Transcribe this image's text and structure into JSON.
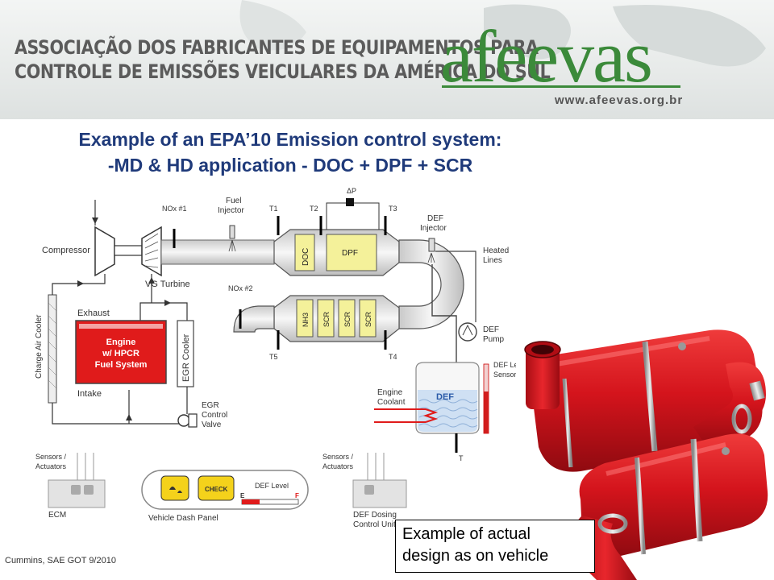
{
  "banner": {
    "association_line1": "ASSOCIAÇÃO DOS FABRICANTES DE EQUIPAMENTOS PARA",
    "association_line2": "CONTROLE DE EMISSÕES VEICULARES DA AMÉRICA DO SUL",
    "logo_text": "afeevas",
    "url": "www.afeevas.org.br"
  },
  "title": {
    "line1": "Example of an EPA’10 Emission control system:",
    "line2": "-MD & HD application - DOC + DPF + SCR"
  },
  "labels": {
    "compressor": "Compressor",
    "vg_turbine": "VG Turbine",
    "nox1": "NOx #1",
    "nox2": "NOx #2",
    "fuel_injector_1": "Fuel",
    "fuel_injector_2": "Injector",
    "t1": "T1",
    "t2": "T2",
    "t3": "T3",
    "t4": "T4",
    "t5": "T5",
    "delta_p": "ΔP",
    "doc": "DOC",
    "dpf": "DPF",
    "nh3": "NH3",
    "scr": "SCR",
    "def_injector_1": "DEF",
    "def_injector_2": "Injector",
    "heated_lines_1": "Heated",
    "heated_lines_2": "Lines",
    "def_pump_1": "DEF",
    "def_pump_2": "Pump",
    "def_level_sensor_1": "DEF Level",
    "def_level_sensor_2": "Sensor",
    "def_tank": "DEF",
    "engine_coolant_1": "Engine",
    "engine_coolant_2": "Coolant",
    "tank_t": "T",
    "charge_air_cooler": "Charge Air Cooler",
    "exhaust": "Exhaust",
    "intake": "Intake",
    "engine_1": "Engine",
    "engine_2": "w/ HPCR",
    "engine_3": "Fuel System",
    "egr_cooler": "EGR Cooler",
    "egr_valve_1": "EGR",
    "egr_valve_2": "Control",
    "egr_valve_3": "Valve",
    "sensors_1": "Sensors /",
    "sensors_2": "Actuators",
    "ecm": "ECM",
    "dash_panel": "Vehicle Dash Panel",
    "check": "CHECK",
    "def_level": "DEF Level",
    "gauge_e": "E",
    "gauge_f": "F",
    "def_dosing_1": "DEF Dosing",
    "def_dosing_2": "Control Unit"
  },
  "callout": {
    "line1": "Example of actual",
    "line2": "design as on vehicle"
  },
  "credit": "Cummins, SAE GOT 9/2010",
  "colors": {
    "title": "#1f3a7a",
    "logo": "#3b8a3a",
    "engine": "#e01b1b",
    "substrate": "#f4f19a",
    "product": "#d4141c"
  }
}
